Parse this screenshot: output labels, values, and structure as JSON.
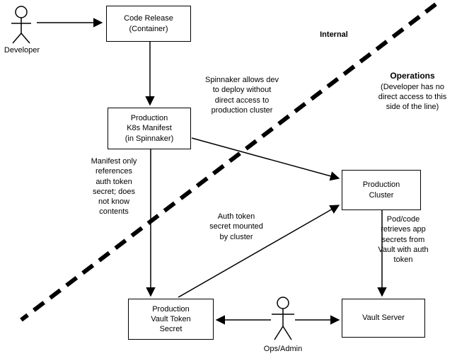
{
  "diagram": {
    "actors": {
      "developer": {
        "label": "Developer"
      },
      "ops_admin": {
        "label": "Ops/Admin"
      }
    },
    "boxes": {
      "code_release": {
        "label": "Code Release\n(Container)"
      },
      "k8s_manifest": {
        "label": "Production\nK8s Manifest\n(in Spinnaker)"
      },
      "production_cluster": {
        "label": "Production\nCluster"
      },
      "vault_token_secret": {
        "label": "Production\nVault Token\nSecret"
      },
      "vault_server": {
        "label": "Vault Server"
      }
    },
    "zones": {
      "internal": "Internal",
      "operations_title": "Operations",
      "operations_note": "(Developer has no\ndirect access to this\nside of the line)"
    },
    "notes": {
      "spinnaker": "Spinnaker allows dev\nto deploy without\ndirect access to\nproduction cluster",
      "manifest": "Manifest only\nreferences\nauth token\nsecret; does\nnot know\ncontents",
      "auth_token": "Auth token\nsecret mounted\nby cluster",
      "pod_code": "Pod/code\nretrieves app\nsecrets from\nVault with auth\ntoken"
    },
    "colors": {
      "stroke": "#000000",
      "background": "#ffffff",
      "box_fill": "#ffffff"
    }
  }
}
